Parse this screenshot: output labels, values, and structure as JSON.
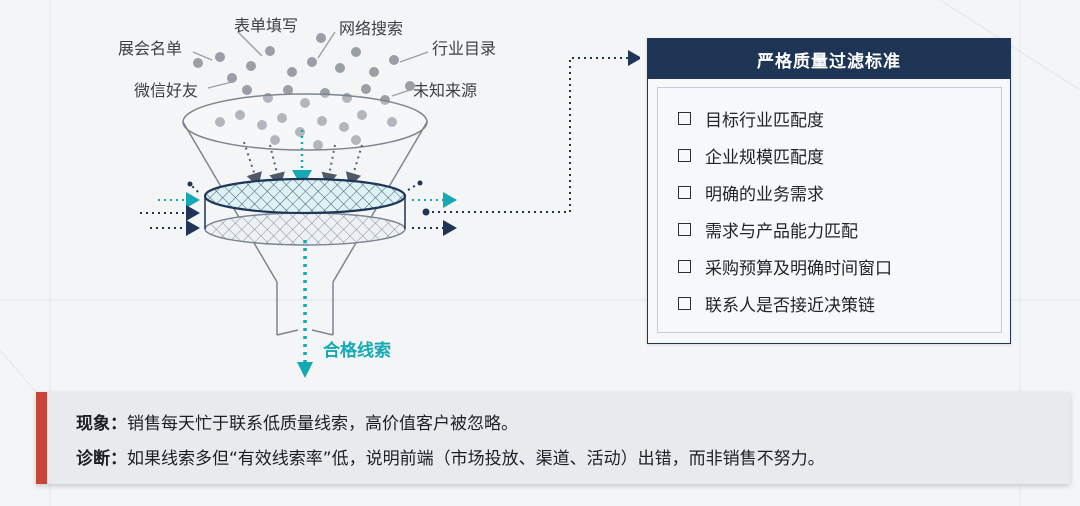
{
  "sources": [
    "表单填写",
    "网络搜索",
    "展会名单",
    "行业目录",
    "微信好友",
    "未知来源"
  ],
  "output_label": "合格线索",
  "panel": {
    "title": "严格质量过滤标准",
    "items": [
      "目标行业匹配度",
      "企业规模匹配度",
      "明确的业务需求",
      "需求与产品能力匹配",
      "采购预算及明确时间窗口",
      "联系人是否接近决策链"
    ]
  },
  "note": {
    "phenomenon_label": "现象：",
    "phenomenon_text": "销售每天忙于联系低质量线索，高价值客户被忽略。",
    "diagnosis_label": "诊断：",
    "diagnosis_text": "如果线索多但“有效线索率”低，说明前端（市场投放、渠道、活动）出错，而非销售不努力。"
  },
  "colors": {
    "navy": "#1f3556",
    "teal": "#15a8b5",
    "red": "#c9453a",
    "dot": "#9a9ea6"
  }
}
